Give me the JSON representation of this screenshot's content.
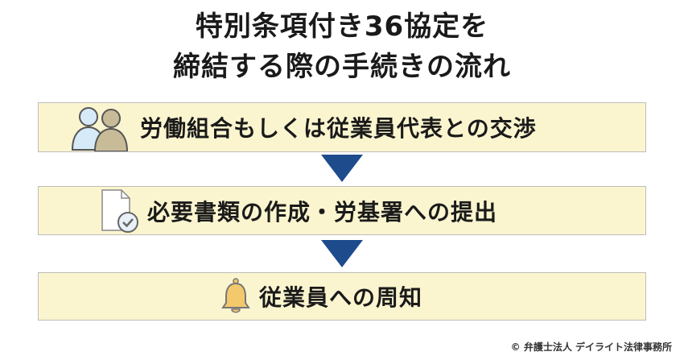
{
  "title": {
    "line1": "特別条項付き36協定を",
    "line2": "締結する際の手続きの流れ"
  },
  "steps": [
    {
      "icon": "two-people-icon",
      "label": "労働組合もしくは従業員代表との交渉"
    },
    {
      "icon": "document-check-icon",
      "label": "必要書類の作成・労基署への提出"
    },
    {
      "icon": "bell-icon",
      "label": "従業員への周知"
    }
  ],
  "credit": "© 弁護士法人 デイライト法律事務所",
  "colors": {
    "step_fill": "#fbf5cf",
    "step_border": "#bdbdbd",
    "arrow": "#1e4b8c"
  }
}
